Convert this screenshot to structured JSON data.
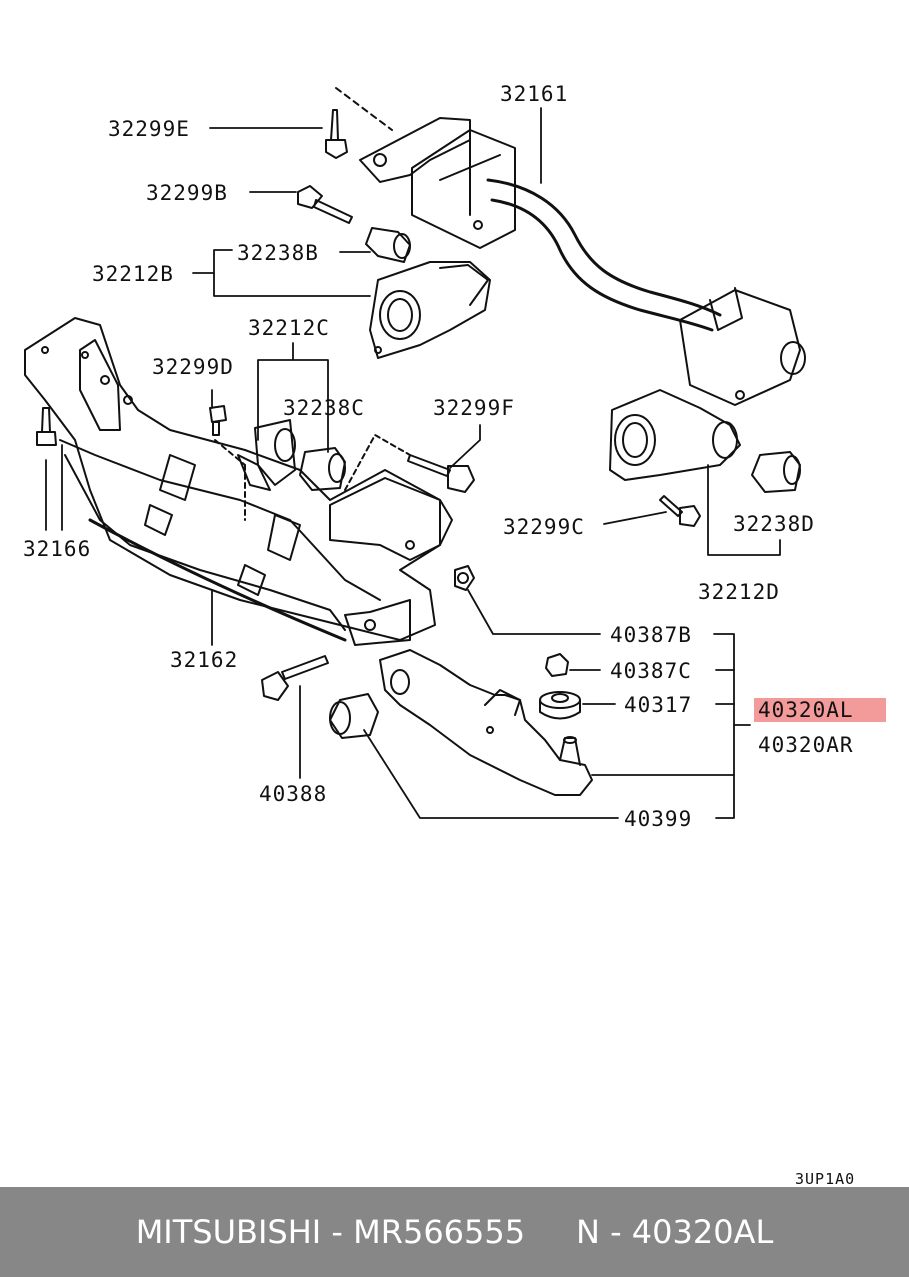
{
  "labels": {
    "l32161": "32161",
    "l32299E": "32299E",
    "l32299B": "32299B",
    "l32238B": "32238B",
    "l32212B": "32212B",
    "l32212C": "32212C",
    "l32299D": "32299D",
    "l32238C": "32238C",
    "l32299F": "32299F",
    "l32166": "32166",
    "l32299C": "32299C",
    "l32238D": "32238D",
    "l32212D": "32212D",
    "l32162": "32162",
    "l40387B": "40387B",
    "l40387C": "40387C",
    "l40317": "40317",
    "l40320AL": "40320AL",
    "l40320AR": "40320AR",
    "l40388": "40388",
    "l40399": "40399"
  },
  "diagram_code": "3UP1A0",
  "footer": {
    "brand": "MITSUBISHI",
    "part_number": "MR566555",
    "ref": "N - 40320AL",
    "text": "MITSUBISHI - MR566555     N - 40320AL"
  },
  "colors": {
    "highlight": "#f39a9a",
    "footer_bg": "#878787",
    "footer_text": "#ffffff"
  }
}
